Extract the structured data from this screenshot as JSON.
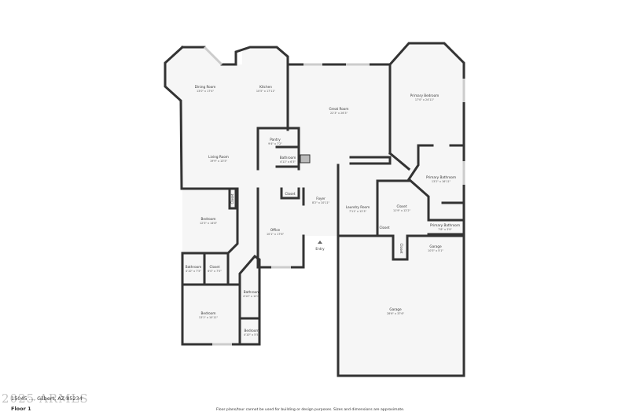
{
  "rooms": [
    {
      "name": "Dining Room",
      "dim": "13'0\" x 17'4\""
    },
    {
      "name": "Kitchen",
      "dim": "10'5\" x 17'11\""
    },
    {
      "name": "Great Room",
      "dim": "22'3\" x 26'3\""
    },
    {
      "name": "Pantry",
      "dim": "9'4\" x 7'2\""
    },
    {
      "name": "Bathroom",
      "dim": "4'11\" x 6'3\""
    },
    {
      "name": "Living Room",
      "dim": "19'9\" x 13'5\""
    },
    {
      "name": "Primary Bedroom",
      "dim": "17'0\" x 24'11\""
    },
    {
      "name": "Primary Bathroom",
      "dim": "13'2\" x 16'11\""
    },
    {
      "name": "Closet",
      "dim": "11'9\" x 12'2\""
    },
    {
      "name": "Primary Bathroom",
      "dim": "7'8\" x 3'9\""
    },
    {
      "name": "Garage",
      "dim": "10'3\" x 5'1\""
    },
    {
      "name": "Garage",
      "dim": "28'6\" x 37'6\""
    },
    {
      "name": "Foyer",
      "dim": "8'2\" x 10'11\""
    },
    {
      "name": "Laundry Room",
      "dim": "7'11\" x 12'3\""
    },
    {
      "name": "Office",
      "dim": "10'1\" x 17'6\""
    },
    {
      "name": "Bedroom",
      "dim": "12'3\" x 14'8\""
    },
    {
      "name": "Bathroom",
      "dim": "4'10\" x 7'5\""
    },
    {
      "name": "Closet",
      "dim": "6'0\" x 7'5\""
    },
    {
      "name": "Bathroom",
      "dim": "4'10\" x 12'6\""
    },
    {
      "name": "Bedroom",
      "dim": "13'1\" x 10'11\""
    },
    {
      "name": "Bedroom",
      "dim": "4'10\" x 5'5\""
    }
  ],
  "labels": {
    "closet": "Closet",
    "entry": "Entry"
  },
  "footer": {
    "address": "15045 ..., Gilbert, AZ 85234",
    "floor": "Floor 1",
    "disclaimer": "Floor plans/tour cannot be used for building or design purposes. Sizes and dimensions are approximate.",
    "watermark": "2025 ARMLS"
  }
}
